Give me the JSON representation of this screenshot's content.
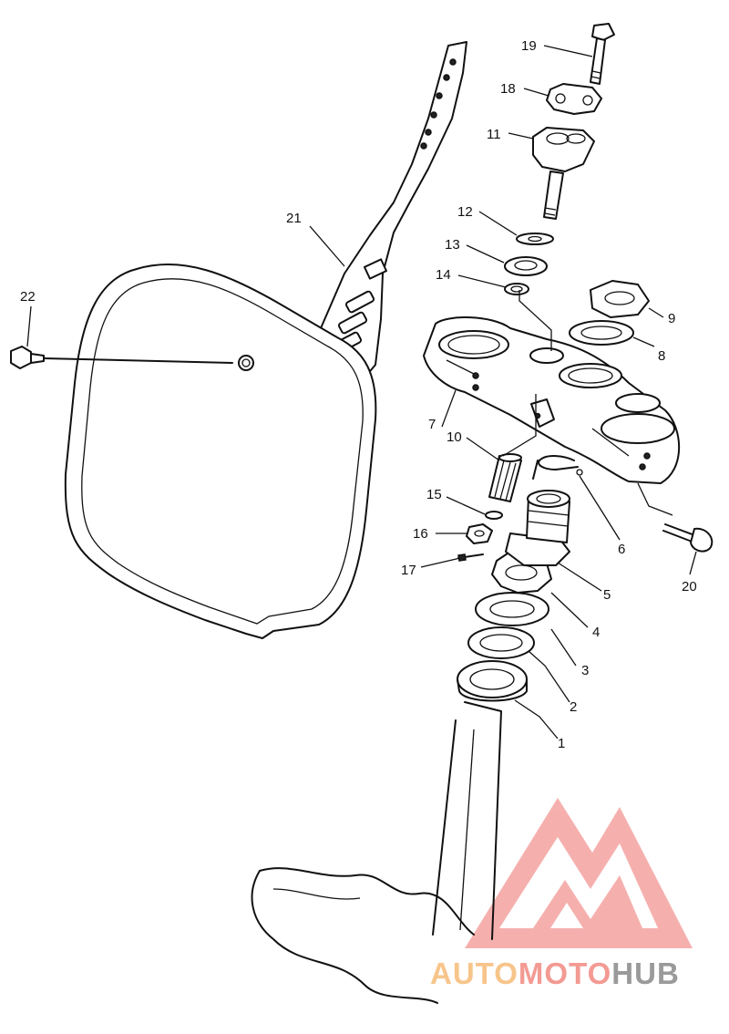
{
  "callouts": [
    "1",
    "2",
    "3",
    "4",
    "5",
    "6",
    "7",
    "8",
    "9",
    "10",
    "11",
    "12",
    "13",
    "14",
    "15",
    "16",
    "17",
    "18",
    "19",
    "20",
    "21",
    "22"
  ],
  "watermark": {
    "part1": "AUTO",
    "part2": "MOTO",
    "part3": "HUB",
    "color1": "#f7c58b",
    "color2": "#f39a93",
    "color3": "#9a9a9a",
    "logo_color": "#f4a3a0"
  }
}
